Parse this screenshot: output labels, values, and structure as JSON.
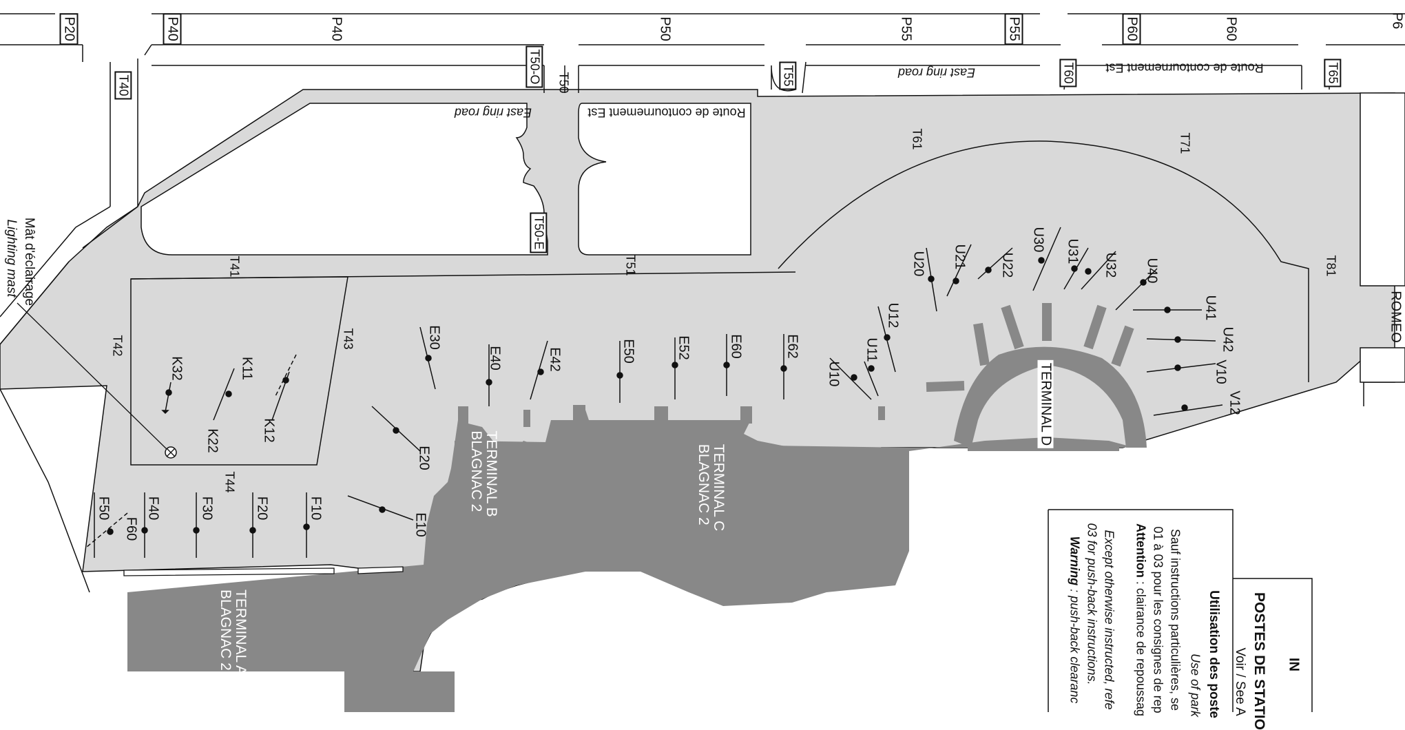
{
  "labels": {
    "p20": "P20",
    "p40_box": "P40",
    "p40": "P40",
    "p50": "P50",
    "p55": "P55",
    "p55_box": "P55",
    "p60_box": "P60",
    "p60": "P60",
    "p65": "P6",
    "t40": "T40",
    "t50o": "T50-O",
    "t50": "T50",
    "t55": "T55",
    "t60": "T60",
    "t65": "T65",
    "t50e": "T50-E",
    "t51": "T51",
    "t41": "T41",
    "t42": "T42",
    "t43": "T43",
    "t44": "T44",
    "t61": "T61",
    "t71": "T71",
    "t81": "T81",
    "romeo": "ROMEO",
    "east_ring_1": "East ring road",
    "east_ring_2": "East ring road",
    "route_est_1": "Route de contournement Est",
    "route_est_2": "Route de contournement Est",
    "mast_fr": "Mât d'éclairage",
    "mast_en": "Lighting mast",
    "terminal_a": [
      "TERMINAL A",
      "BLAGNAC 2"
    ],
    "terminal_b": [
      "TERMINAL B",
      "BLAGNAC 2"
    ],
    "terminal_c": [
      "TERMINAL C",
      "BLAGNAC 2"
    ],
    "terminal_d": "TERMINAL D"
  },
  "stands": [
    "K32",
    "K22",
    "K11",
    "K12",
    "E30",
    "E20",
    "E10",
    "E40",
    "E42",
    "E50",
    "E52",
    "E60",
    "E62",
    "U10",
    "U11",
    "U12",
    "U20",
    "U21",
    "U22",
    "U30",
    "U31",
    "U32",
    "U40",
    "U41",
    "U42",
    "V10",
    "V12",
    "F50",
    "F60",
    "F40",
    "F30",
    "F20",
    "F10"
  ],
  "legend": {
    "title_partial": "IN",
    "heading": "POSTES DE STATIO",
    "see": "Voir / See A",
    "use_fr": "Utilisation des poste",
    "use_en": "Use of park",
    "fr_line1": "Sauf instructions particulières, se",
    "fr_line2": "01 à 03 pour les consignes de rep",
    "attention_label": "Attention",
    "attention_text": " : clairance de repoussag",
    "en_line1": "Except otherwise instructed, refe",
    "en_line2": "03 for push-back instructions.",
    "warning_label": "Warning",
    "warning_text": " : push-back clearanc"
  },
  "colors": {
    "apron": "#d9d9d9",
    "terminal": "#888888",
    "line": "#111111"
  }
}
